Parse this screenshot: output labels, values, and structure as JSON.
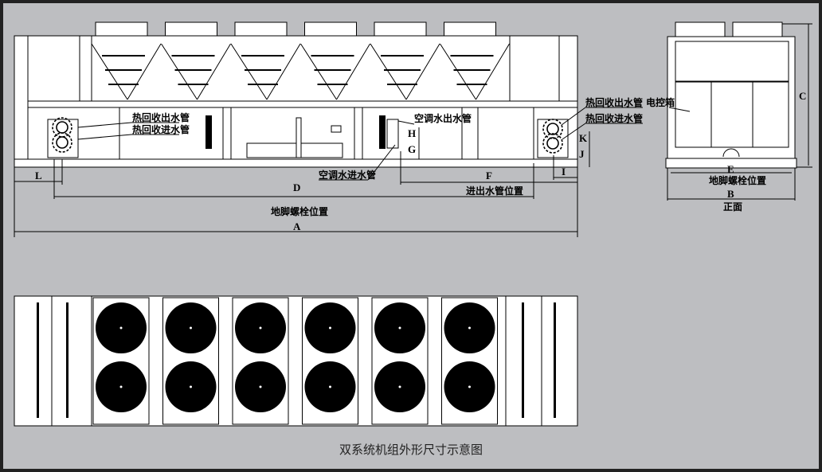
{
  "caption": "双系统机组外形尺寸示意图",
  "side_view": {
    "labels": {
      "heat_recovery_outlet_left": "热回收出水管",
      "heat_recovery_inlet_left": "热回收进水管",
      "ac_water_outlet": "空调水出水管",
      "ac_water_inlet": "空调水进水管",
      "heat_recovery_outlet_right": "热回收出水管",
      "heat_recovery_inlet_right": "热回收进水管",
      "pipe_position": "进出水管位置",
      "anchor_bolt_position": "地脚螺栓位置"
    },
    "dimensions": {
      "L": "L",
      "D": "D",
      "A": "A",
      "F": "F",
      "I": "I",
      "G": "G",
      "H": "H",
      "J": "J",
      "K": "K"
    }
  },
  "front_view": {
    "labels": {
      "control_box": "电控箱",
      "anchor_bolt_position": "地脚螺栓位置",
      "front": "正面"
    },
    "dimensions": {
      "C": "C",
      "E": "E",
      "B": "B"
    }
  },
  "plan_view": {
    "fan_columns": 6,
    "fan_rows": 2
  },
  "colors": {
    "background": "#bdbec1",
    "fan": "#000000",
    "panel": "#ffffff"
  }
}
